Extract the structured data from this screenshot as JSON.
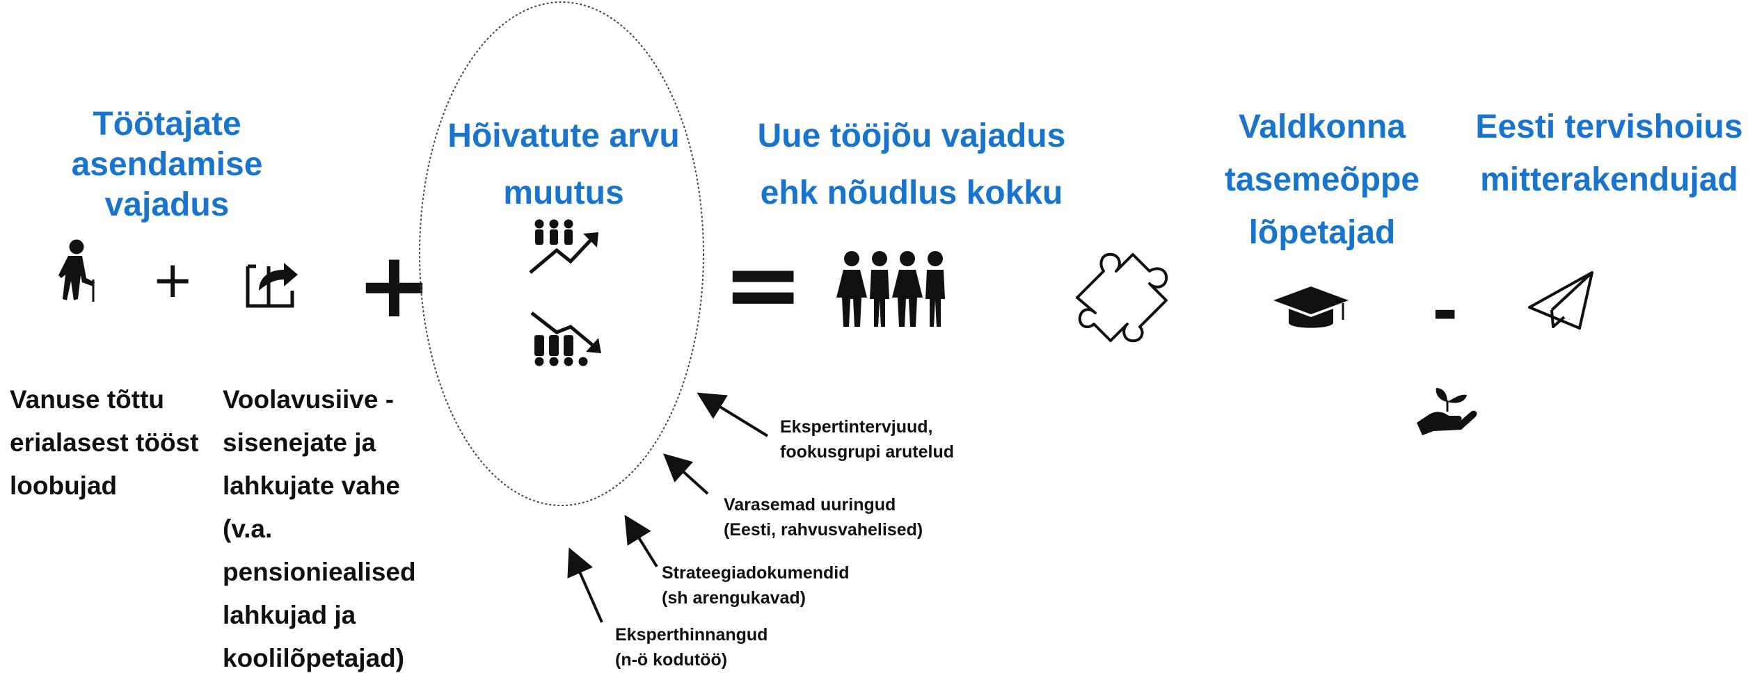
{
  "headings": {
    "replacement": "Töötajate\nasendamise\nvajadus",
    "employment_change": "Hõivatute arvu\nmuutus",
    "new_labour_demand": "Uue tööjõu vajadus\nehk nõudlus kokku",
    "graduates": "Valdkonna\ntasemeõppe\nlõpetajad",
    "non_appliers": "Eesti tervishoius\nmitterakendujad"
  },
  "operators": {
    "plus_small": "+",
    "plus_large": "+",
    "equals": "=",
    "minus": "-"
  },
  "descriptions": {
    "age_leavers": "Vanuse tõttu\nerialasest tööst\nloobujad",
    "turnover": "Voolavusiive -\nsisenejate ja\nlahkujate vahe\n(v.a.\npensioniealised\nlahkujad ja\nkoolilõpetajad)"
  },
  "sources": {
    "expert_interviews": "Ekspertintervjuud,\nfookusgrupi arutelud",
    "previous_studies": "Varasemad uuringud\n(Eesti, rahvusvahelised)",
    "strategy_docs": "Strateegiadokumendid\n(sh arengukavad)",
    "expert_assessments": "Eksperthinnangud\n(n-ö kodutöö)"
  },
  "icons": [
    "elderly-person-icon",
    "exit-share-icon",
    "people-trend-up-icon",
    "people-trend-down-icon",
    "group-people-icon",
    "puzzle-piece-icon",
    "graduation-cap-icon",
    "paper-plane-icon",
    "hand-sprout-icon"
  ],
  "colors": {
    "heading": "#1874cd",
    "text": "#111111"
  }
}
